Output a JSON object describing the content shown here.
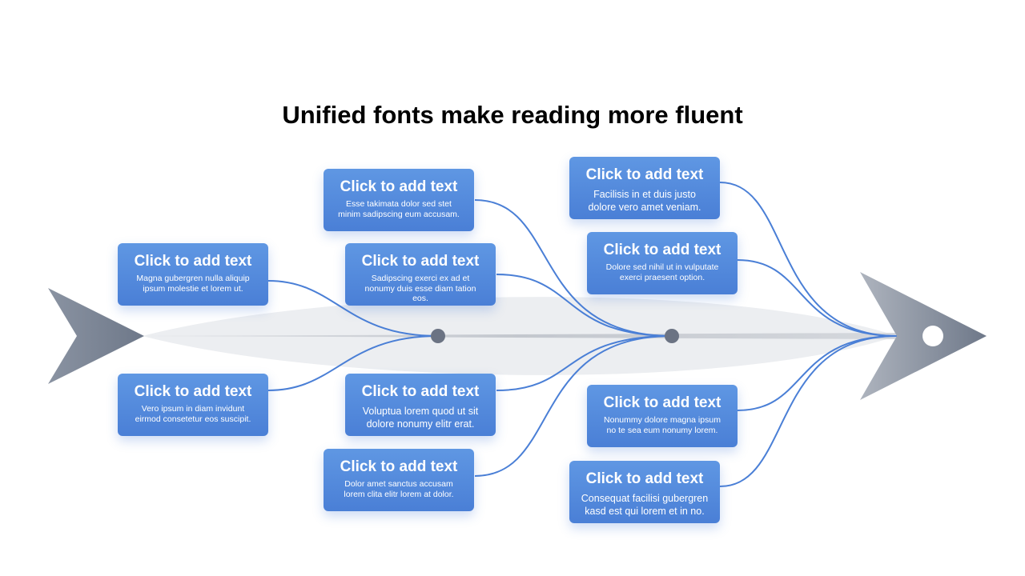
{
  "title": "Unified fonts make reading more fluent",
  "colors": {
    "box": "#4a7fd6",
    "connector": "#4a7fd6",
    "spine": "#c9ccd2",
    "arrow": "#7b8597",
    "node": "#6b7383"
  },
  "boxes": [
    {
      "heading": "Click to add text",
      "body": "Magna gubergren nulla aliquip ipsum molestie et lorem ut."
    },
    {
      "heading": "Click to add text",
      "body": "Vero ipsum in diam invidunt eirmod consetetur eos suscipit."
    },
    {
      "heading": "Click to add text",
      "body": "Esse takimata dolor sed stet minim sadipscing eum accusam."
    },
    {
      "heading": "Click to add text",
      "body": "Sadipscing exerci ex ad et nonumy duis esse diam tation eos."
    },
    {
      "heading": "Click to add text",
      "body": "Voluptua lorem quod ut sit dolore nonumy elitr erat."
    },
    {
      "heading": "Click to add text",
      "body": "Dolor amet sanctus accusam lorem clita elitr lorem at dolor."
    },
    {
      "heading": "Click to add text",
      "body": "Facilisis in et duis justo dolore vero amet veniam."
    },
    {
      "heading": "Click to add text",
      "body": "Dolore sed nihil ut in vulputate exerci praesent option."
    },
    {
      "heading": "Click to add text",
      "body": "Nonummy dolore magna ipsum no te sea eum nonumy lorem."
    },
    {
      "heading": "Click to add text",
      "body": "Consequat facilisi gubergren kasd est qui lorem et in no."
    }
  ]
}
